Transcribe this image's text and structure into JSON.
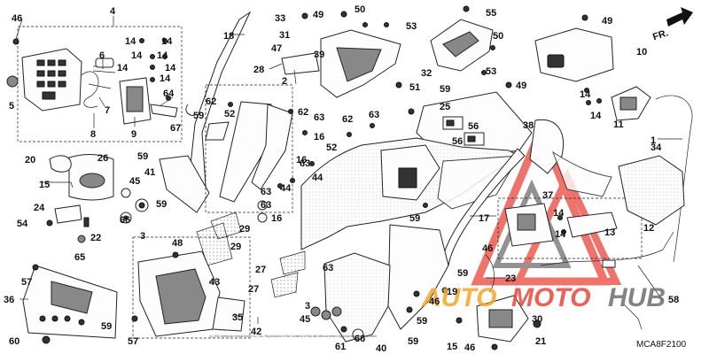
{
  "diagram": {
    "code": "MCA8F2100",
    "direction_label": "FR.",
    "watermark": {
      "part1": "AUTO",
      "part2": "MOTO",
      "part3": "HUB"
    },
    "copyright": "(c) 2010 American Honda Motor Co., Inc. Reproduction of the contents of this site without written approval is strictly prohibited."
  },
  "colors": {
    "watermark_red": "#e8453a",
    "watermark_orange": "#f5a623",
    "watermark_gray": "#6e6e6e"
  },
  "callouts": [
    {
      "id": "c1",
      "text": "46"
    },
    {
      "id": "c2",
      "text": "4"
    },
    {
      "id": "c3",
      "text": "5"
    },
    {
      "id": "c4",
      "text": "6"
    },
    {
      "id": "c5",
      "text": "7"
    },
    {
      "id": "c6",
      "text": "8"
    },
    {
      "id": "c7",
      "text": "9"
    },
    {
      "id": "c8",
      "text": "14"
    },
    {
      "id": "c9",
      "text": "14"
    },
    {
      "id": "c10",
      "text": "14"
    },
    {
      "id": "c11",
      "text": "14"
    },
    {
      "id": "c12",
      "text": "14"
    },
    {
      "id": "c13",
      "text": "14"
    },
    {
      "id": "c14",
      "text": "14"
    },
    {
      "id": "c15",
      "text": "64"
    },
    {
      "id": "c16",
      "text": "67"
    },
    {
      "id": "c17",
      "text": "18"
    },
    {
      "id": "c18",
      "text": "33"
    },
    {
      "id": "c19",
      "text": "49"
    },
    {
      "id": "c20",
      "text": "50"
    },
    {
      "id": "c21",
      "text": "53"
    },
    {
      "id": "c22",
      "text": "31"
    },
    {
      "id": "c23",
      "text": "47"
    },
    {
      "id": "c24",
      "text": "39"
    },
    {
      "id": "c25",
      "text": "28"
    },
    {
      "id": "c26",
      "text": "2"
    },
    {
      "id": "c27",
      "text": "51"
    },
    {
      "id": "c28",
      "text": "55"
    },
    {
      "id": "c29",
      "text": "50"
    },
    {
      "id": "c30",
      "text": "32"
    },
    {
      "id": "c31",
      "text": "53"
    },
    {
      "id": "c32",
      "text": "59"
    },
    {
      "id": "c33",
      "text": "25"
    },
    {
      "id": "c34",
      "text": "49"
    },
    {
      "id": "c35",
      "text": "49"
    },
    {
      "id": "c36",
      "text": "10"
    },
    {
      "id": "c37",
      "text": "14"
    },
    {
      "id": "c38",
      "text": "14"
    },
    {
      "id": "c39",
      "text": "11"
    },
    {
      "id": "c40",
      "text": "1"
    },
    {
      "id": "c41",
      "text": "56"
    },
    {
      "id": "c42",
      "text": "56"
    },
    {
      "id": "c43",
      "text": "38"
    },
    {
      "id": "c44",
      "text": "62"
    },
    {
      "id": "c45",
      "text": "52"
    },
    {
      "id": "c46",
      "text": "59"
    },
    {
      "id": "c47",
      "text": "62"
    },
    {
      "id": "c48",
      "text": "63"
    },
    {
      "id": "c49",
      "text": "63"
    },
    {
      "id": "c50",
      "text": "62"
    },
    {
      "id": "c51",
      "text": "52"
    },
    {
      "id": "c52",
      "text": "16"
    },
    {
      "id": "c53",
      "text": "63"
    },
    {
      "id": "c54",
      "text": "44"
    },
    {
      "id": "c55",
      "text": "44"
    },
    {
      "id": "c56",
      "text": "16"
    },
    {
      "id": "c57",
      "text": "63"
    },
    {
      "id": "c58",
      "text": "16"
    },
    {
      "id": "c59",
      "text": "63"
    },
    {
      "id": "c60",
      "text": "20"
    },
    {
      "id": "c61",
      "text": "26"
    },
    {
      "id": "c62",
      "text": "15"
    },
    {
      "id": "c63",
      "text": "24"
    },
    {
      "id": "c64",
      "text": "54"
    },
    {
      "id": "c65",
      "text": "22"
    },
    {
      "id": "c66",
      "text": "65"
    },
    {
      "id": "c67",
      "text": "59"
    },
    {
      "id": "c68",
      "text": "41"
    },
    {
      "id": "c69",
      "text": "45"
    },
    {
      "id": "c70",
      "text": "66"
    },
    {
      "id": "c71",
      "text": "3"
    },
    {
      "id": "c72",
      "text": "59"
    },
    {
      "id": "c73",
      "text": "34"
    },
    {
      "id": "c74",
      "text": "37"
    },
    {
      "id": "c75",
      "text": "17"
    },
    {
      "id": "c76",
      "text": "59"
    },
    {
      "id": "c77",
      "text": "63"
    },
    {
      "id": "c78",
      "text": "14"
    },
    {
      "id": "c79",
      "text": "14"
    },
    {
      "id": "c80",
      "text": "46"
    },
    {
      "id": "c81",
      "text": "13"
    },
    {
      "id": "c82",
      "text": "12"
    },
    {
      "id": "c83",
      "text": "29"
    },
    {
      "id": "c84",
      "text": "29"
    },
    {
      "id": "c85",
      "text": "48"
    },
    {
      "id": "c86",
      "text": "43"
    },
    {
      "id": "c87",
      "text": "57"
    },
    {
      "id": "c88",
      "text": "36"
    },
    {
      "id": "c89",
      "text": "60"
    },
    {
      "id": "c90",
      "text": "57"
    },
    {
      "id": "c91",
      "text": "59"
    },
    {
      "id": "c92",
      "text": "27"
    },
    {
      "id": "c93",
      "text": "27"
    },
    {
      "id": "c94",
      "text": "35"
    },
    {
      "id": "c95",
      "text": "42"
    },
    {
      "id": "c96",
      "text": "3"
    },
    {
      "id": "c97",
      "text": "45"
    },
    {
      "id": "c98",
      "text": "61"
    },
    {
      "id": "c99",
      "text": "66"
    },
    {
      "id": "c100",
      "text": "40"
    },
    {
      "id": "c101",
      "text": "59"
    },
    {
      "id": "c102",
      "text": "59"
    },
    {
      "id": "c103",
      "text": "23"
    },
    {
      "id": "c104",
      "text": "19"
    },
    {
      "id": "c105",
      "text": "46"
    },
    {
      "id": "c106",
      "text": "30"
    },
    {
      "id": "c107",
      "text": "15"
    },
    {
      "id": "c108",
      "text": "46"
    },
    {
      "id": "c109",
      "text": "21"
    },
    {
      "id": "c110",
      "text": "58"
    },
    {
      "id": "c111",
      "text": "59"
    }
  ]
}
